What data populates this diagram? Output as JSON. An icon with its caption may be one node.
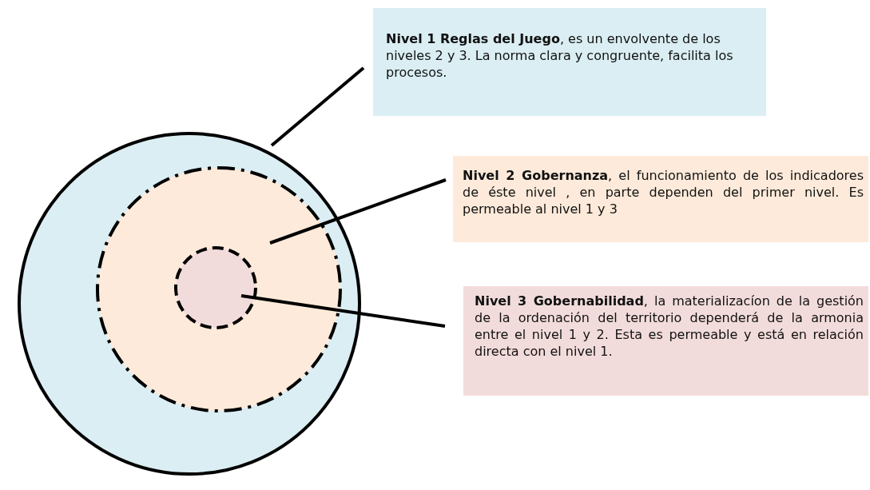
{
  "diagram": {
    "nodes": [
      {
        "text": [],
        "shape": "circle"
      },
      {
        "text": [],
        "shape": "circle",
        "in": 0
      },
      {
        "text": [],
        "shape": "circle",
        "in": 1
      },
      {
        "text": [
          "**Nivel 1 Reglas del Juego**, es un envolvente de los niveles 2 y 3. La norma clara y congruente, facilita los procesos."
        ]
      },
      {
        "text": [
          "**Nivel 2 Gobernanza**, el funcionamiento de los indicadores de éste nivel , en parte dependen del primer nivel. Es permeable al nivel 1 y 3"
        ]
      },
      {
        "text": [
          "**Nivel 3 Gobernabilidad**, la materializacíon de la gestión de la ordenación del territorio dependerá de la armonia entre el nivel 1 y 2. Esta es permeable y está en relación directa con el nivel 1."
        ]
      }
    ],
    "edges": [
      {
        "from": 3,
        "to": 0,
        "arrow": "none"
      },
      {
        "from": 4,
        "to": 1,
        "arrow": "none"
      },
      {
        "from": 5,
        "to": 2,
        "arrow": "none"
      }
    ]
  }
}
